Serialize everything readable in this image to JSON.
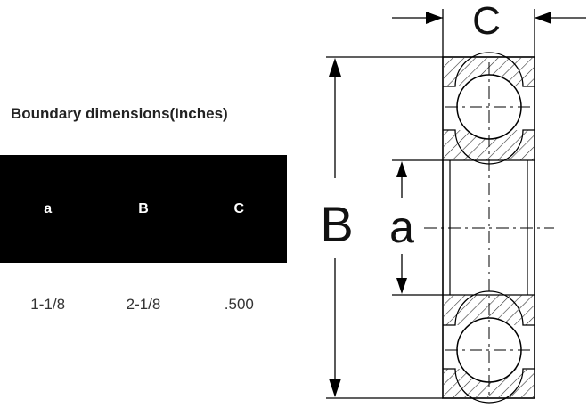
{
  "table": {
    "title": "Boundary dimensions(Inches)",
    "headers": [
      "a",
      "B",
      "C"
    ],
    "rows": [
      [
        "1-1/8",
        "2-1/8",
        ".500"
      ]
    ]
  },
  "diagram": {
    "label_c": "C",
    "label_B": "B",
    "label_a": "a"
  }
}
